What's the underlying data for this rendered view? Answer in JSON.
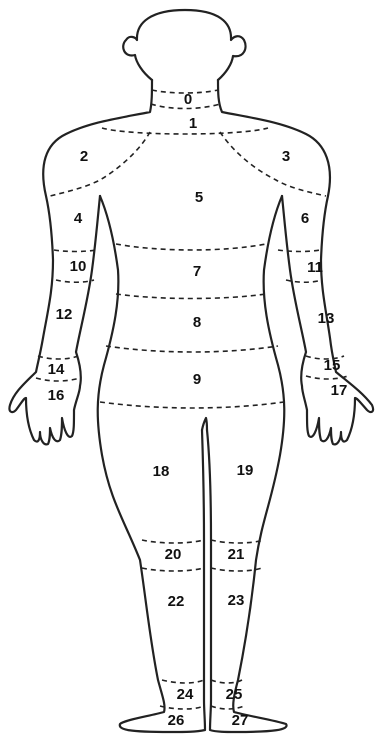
{
  "diagram": {
    "regions": [
      {
        "id": "region-0",
        "label": "0"
      },
      {
        "id": "region-1",
        "label": "1"
      },
      {
        "id": "region-2",
        "label": "2"
      },
      {
        "id": "region-3",
        "label": "3"
      },
      {
        "id": "region-4",
        "label": "4"
      },
      {
        "id": "region-5",
        "label": "5"
      },
      {
        "id": "region-6",
        "label": "6"
      },
      {
        "id": "region-7",
        "label": "7"
      },
      {
        "id": "region-8",
        "label": "8"
      },
      {
        "id": "region-9",
        "label": "9"
      },
      {
        "id": "region-10",
        "label": "10"
      },
      {
        "id": "region-11",
        "label": "11"
      },
      {
        "id": "region-12",
        "label": "12"
      },
      {
        "id": "region-13",
        "label": "13"
      },
      {
        "id": "region-14",
        "label": "14"
      },
      {
        "id": "region-15",
        "label": "15"
      },
      {
        "id": "region-16",
        "label": "16"
      },
      {
        "id": "region-17",
        "label": "17"
      },
      {
        "id": "region-18",
        "label": "18"
      },
      {
        "id": "region-19",
        "label": "19"
      },
      {
        "id": "region-20",
        "label": "20"
      },
      {
        "id": "region-21",
        "label": "21"
      },
      {
        "id": "region-22",
        "label": "22"
      },
      {
        "id": "region-23",
        "label": "23"
      },
      {
        "id": "region-24",
        "label": "24"
      },
      {
        "id": "region-25",
        "label": "25"
      },
      {
        "id": "region-26",
        "label": "26"
      },
      {
        "id": "region-27",
        "label": "27"
      }
    ]
  }
}
